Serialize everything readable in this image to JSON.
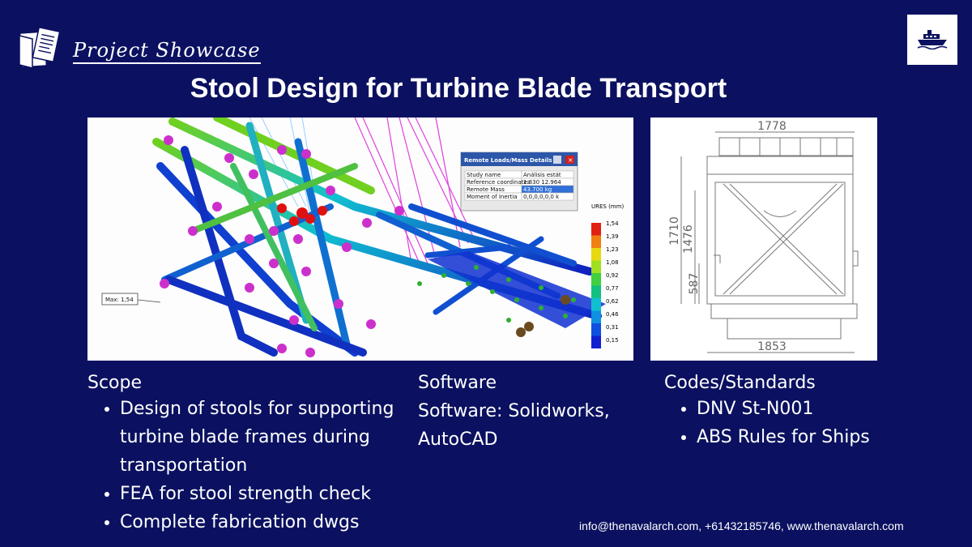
{
  "header": {
    "brand": "Project Showcase",
    "title": "Stool Design for Turbine Blade Transport"
  },
  "fea_image": {
    "dialog_title": "Remote Loads/Mass Details",
    "rows": [
      {
        "label": "Study name",
        "value": "Análisis estát"
      },
      {
        "label": "Reference coordinates",
        "value": "1.830 12.964"
      },
      {
        "label": "Remote Mass",
        "value": "43.700 kg"
      },
      {
        "label": "Moment of Inertia",
        "value": "0,0,0,0,0,0 k"
      }
    ],
    "legend_title": "URES (mm)",
    "legend_values": [
      "1,54",
      "1,39",
      "1,23",
      "1,08",
      "0,92",
      "0,77",
      "0,62",
      "0,46",
      "0,31",
      "0,15"
    ],
    "legend_colors": [
      "#e02010",
      "#f08010",
      "#e8d810",
      "#a0e020",
      "#40d040",
      "#10c080",
      "#10c0d0",
      "#1090e0",
      "#1050e0",
      "#1020d0"
    ],
    "max_label": "Max: 1,54"
  },
  "drawing": {
    "dim_top": "1778",
    "dim_bottom": "1853",
    "dim_height": "1710",
    "dim_mid": "1476",
    "dim_low": "587"
  },
  "scope": {
    "heading": "Scope",
    "items": [
      "Design of stools for supporting turbine blade frames during transportation",
      "FEA for stool strength check",
      "Complete fabrication dwgs"
    ]
  },
  "software": {
    "heading": "Software",
    "text": "Software: Solidworks, AutoCAD"
  },
  "codes": {
    "heading": "Codes/Standards",
    "items": [
      "DNV St-N001",
      "ABS Rules for Ships"
    ]
  },
  "footer": {
    "contact": "info@thenavalarch.com, +61432185746, www.thenavalarch.com"
  },
  "colors": {
    "background": "#0b1160",
    "text": "#ffffff"
  }
}
